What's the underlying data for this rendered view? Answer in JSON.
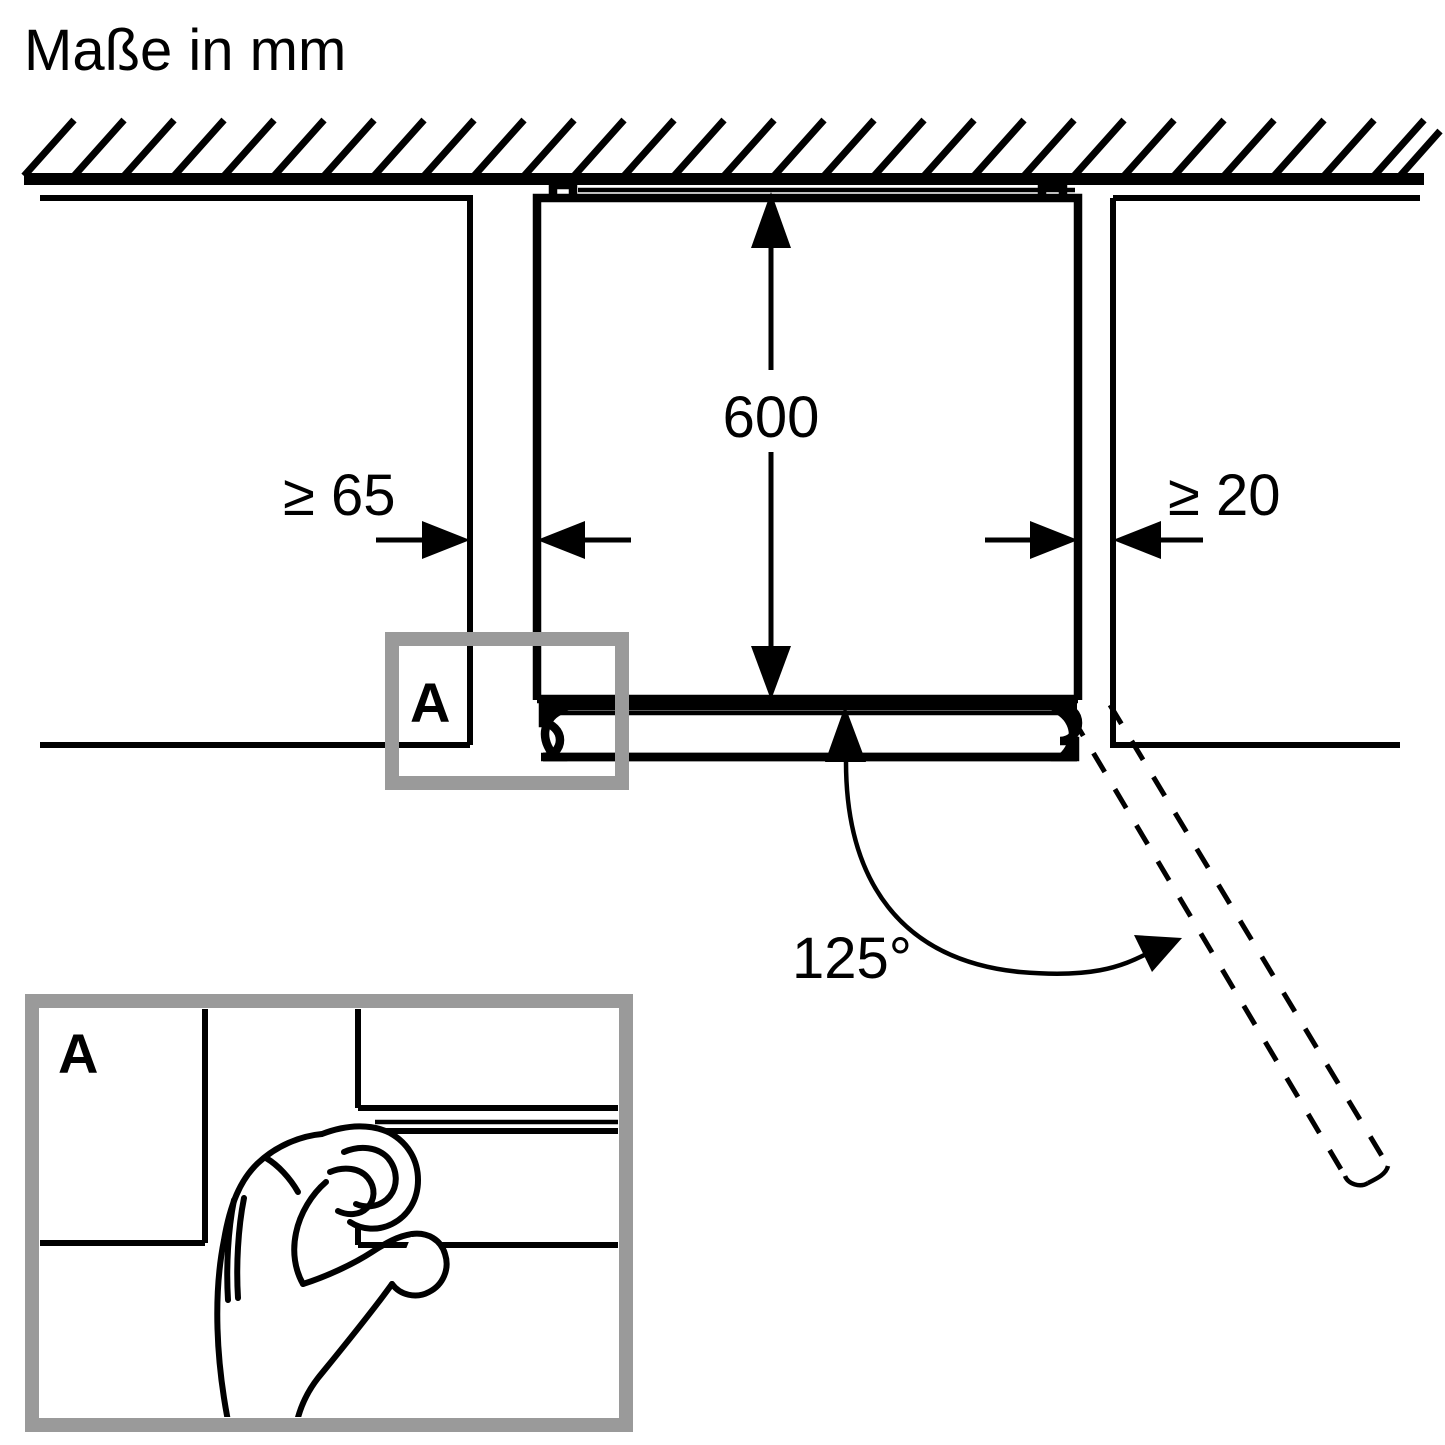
{
  "page": {
    "title": "Maße in mm",
    "language": "de",
    "kind": "installation-dimension-drawing"
  },
  "colors": {
    "line": "#000000",
    "callout_frame": "#9a9a9a",
    "background": "#ffffff"
  },
  "labels": {
    "clearance_left": "≥ 65",
    "clearance_right": "≥ 20",
    "height": "600",
    "door_opening_angle": "125°",
    "callout_top": "A",
    "callout_bottom": "A"
  },
  "annotations": [
    {
      "name": "clearance-left",
      "text": "≥ 65",
      "unit": "mm",
      "type": "minimum"
    },
    {
      "name": "clearance-right",
      "text": "≥ 20",
      "unit": "mm",
      "type": "minimum"
    },
    {
      "name": "niche-width",
      "text": "600",
      "unit": "mm",
      "type": "exact"
    },
    {
      "name": "door-angle",
      "text": "125°",
      "unit": "deg",
      "type": "exact"
    }
  ],
  "callouts": {
    "marker_top": "A",
    "marker_detail": "A",
    "detail_caption": ""
  }
}
